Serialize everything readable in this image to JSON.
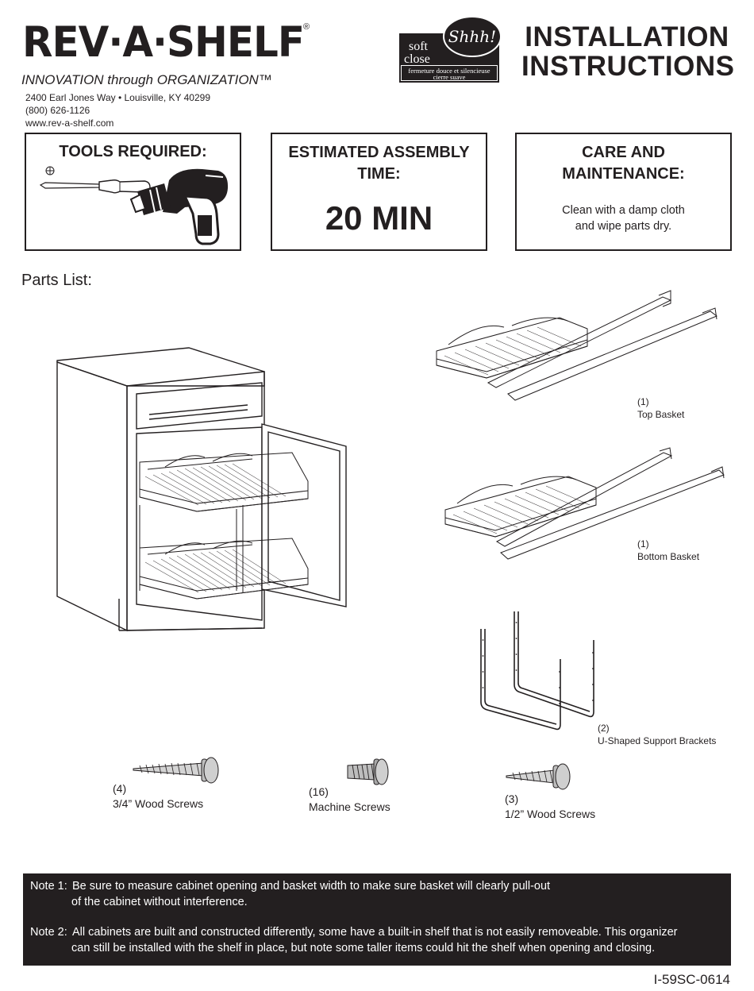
{
  "header": {
    "brand": "REV·A·SHELF",
    "registered_mark": "®",
    "tagline": "INNOVATION through ORGANIZATION™",
    "address_line": "2400 Earl Jones Way • Louisville, KY 40299",
    "phone": "(800) 626-1126",
    "website": "www.rev-a-shelf.com",
    "badge": {
      "soft": "soft",
      "close": "close",
      "shhh": "Shhh!",
      "french": "fermeture douce et silencieuse",
      "spanish": "cierre suave"
    },
    "title_line1": "INSTALLATION",
    "title_line2": "INSTRUCTIONS"
  },
  "info_boxes": {
    "tools": {
      "title": "TOOLS REQUIRED:",
      "icons": [
        "phillips-screwdriver-icon",
        "power-drill-icon"
      ]
    },
    "time": {
      "title_line1": "ESTIMATED ASSEMBLY",
      "title_line2": "TIME:",
      "value": "20 MIN"
    },
    "care": {
      "title_line1": "CARE AND",
      "title_line2": "MAINTENANCE:",
      "text_line1": "Clean with a damp cloth",
      "text_line2": "and wipe parts dry."
    }
  },
  "parts_list": {
    "heading": "Parts List:",
    "items": [
      {
        "qty": "(1)",
        "name": "Top Basket"
      },
      {
        "qty": "(1)",
        "name": "Bottom Basket"
      },
      {
        "qty": "(2)",
        "name": "U-Shaped Support Brackets"
      },
      {
        "qty": "(4)",
        "name": "3/4” Wood Screws"
      },
      {
        "qty": "(16)",
        "name": "Machine Screws"
      },
      {
        "qty": "(3)",
        "name": "1/2” Wood Screws"
      }
    ]
  },
  "notes": [
    {
      "label": "Note 1:",
      "line1": "Be sure to measure cabinet opening and basket width to make sure basket will clearly pull-out",
      "line2": "of the cabinet without interference."
    },
    {
      "label": "Note 2:",
      "line1": "All cabinets are built and constructed differently, some have a built-in shelf that is not easily removeable. This organizer",
      "line2": "can still be installed with the shelf in place, but note some taller items could hit the shelf when opening and closing."
    }
  ],
  "document_code": "I-59SC-0614",
  "colors": {
    "ink": "#231f20",
    "paper": "#ffffff",
    "note_bar": "#231f20"
  }
}
